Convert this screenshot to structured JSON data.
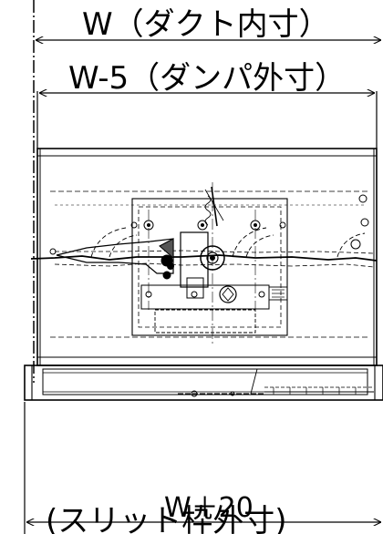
{
  "dimensions": {
    "duct_inner_width": "W（ダクト内寸）",
    "damper_outer_width": "W-5（ダンパ外寸）",
    "slit_frame_width": "W＋20",
    "slit_frame_caption": "(スリット枠外寸)"
  }
}
